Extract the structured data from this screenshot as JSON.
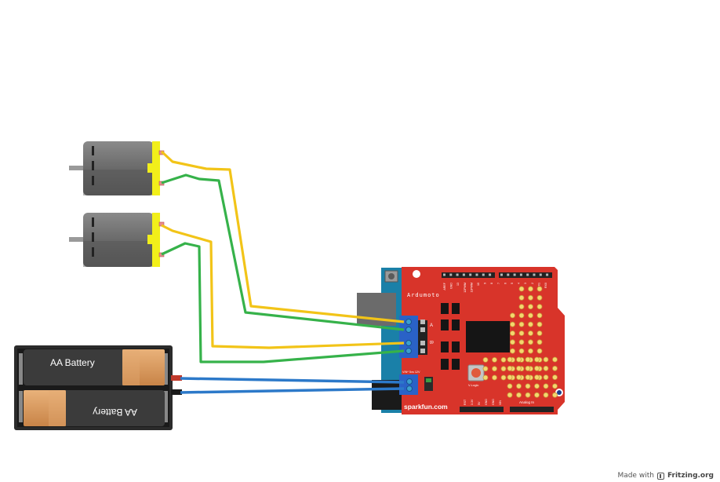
{
  "battery": {
    "cell_top_label": "AA Battery",
    "cell_bottom_label": "AA Battery"
  },
  "board": {
    "title": "Ardumoto",
    "brand": "sparkfun.com",
    "header_top_labels": [
      "AREF",
      "GND",
      "13",
      "12PWM",
      "11PWM",
      "10",
      "9",
      "8",
      "7",
      "6",
      "5",
      "4",
      "3",
      "2",
      "TX1",
      "RX0"
    ],
    "header_bottom_labels": [
      "RST",
      "3.3V",
      "5V",
      "GND",
      "GND",
      "VIN"
    ],
    "analog_label": "Analog In",
    "terminal_a_label": "A",
    "terminal_b_label": "B",
    "power_label": "VIN* 5vs 12V",
    "logic_label": "V-Logic"
  },
  "colors": {
    "motor_wire_yellow": "#f2c418",
    "motor_wire_green": "#36b24a",
    "power_wire_blue": "#2c79c9",
    "board_red": "#d8342a",
    "arduino_blue": "#1a80a8",
    "motor_body": "#6d6d6d",
    "motor_cap": "#f2ef1a",
    "battery_body": "#3b3b3b",
    "battery_copper": "#d79a62"
  },
  "footer": {
    "made_with": "Made with",
    "brand": "Fritzing.org"
  }
}
